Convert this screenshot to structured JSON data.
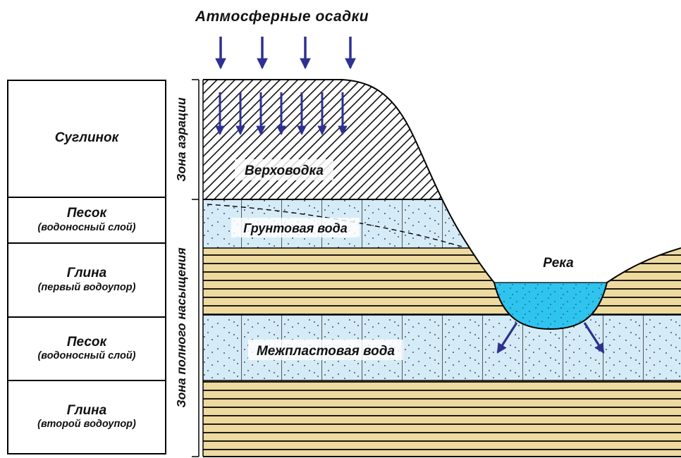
{
  "title": "Атмосферные осадки",
  "legend": {
    "rows": [
      {
        "label": "Суглинок",
        "sublabel": ""
      },
      {
        "label": "Песок",
        "sublabel": "(водоносный слой)"
      },
      {
        "label": "Глина",
        "sublabel": "(первый водоупор)"
      },
      {
        "label": "Песок",
        "sublabel": "(водоносный слой)"
      },
      {
        "label": "Глина",
        "sublabel": "(второй водоупор)"
      }
    ]
  },
  "zones": {
    "aeration": "Зона аэрации",
    "full_saturation": "Зона полного насыщения"
  },
  "labels": {
    "perched_water": "Верховодка",
    "ground_water": "Грунтовая вода",
    "river": "Река",
    "interstratal_water": "Межпластовая вода"
  },
  "colors": {
    "arrow": "#2e3192",
    "sand_fill": "#d5ecf8",
    "clay_fill": "#eeda9f",
    "river_fill": "#2fc4ee",
    "outline": "#000000"
  }
}
